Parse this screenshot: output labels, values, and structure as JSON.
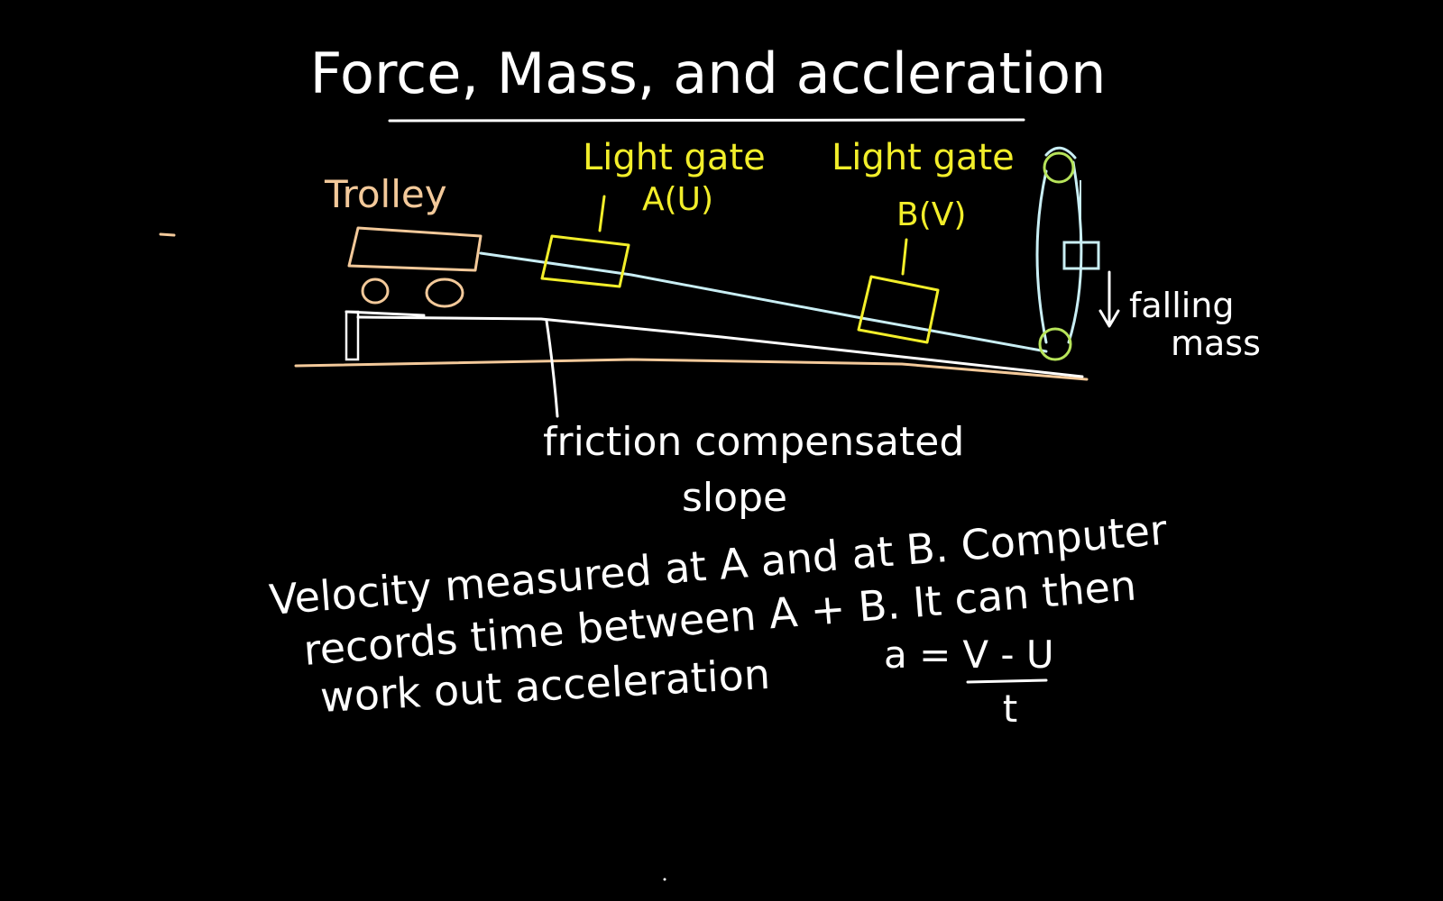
{
  "colors": {
    "background": "#000000",
    "chalk_white": "#ffffff",
    "chalk_yellow": "#f2ee2a",
    "chalk_orange": "#f3c99a",
    "chalk_blue": "#c9eef4",
    "chalk_green": "#b7e45a"
  },
  "title": "Force, Mass, and accleration",
  "labels": {
    "trolley": "Trolley",
    "gate_a_name": "Light gate",
    "gate_a_id": "A(U)",
    "gate_b_name": "Light gate",
    "gate_b_id": "B(V)",
    "falling_line1": "falling",
    "falling_line2": "mass",
    "slope_line1": "friction compensated",
    "slope_line2": "slope"
  },
  "explanation": {
    "line1": "Velocity measured at A and at B. Computer",
    "line2": "records time between A + B. It can then",
    "line3": "work out acceleration"
  },
  "formula": {
    "lhs": "a =",
    "numerator": "V - U",
    "denominator": "t"
  }
}
